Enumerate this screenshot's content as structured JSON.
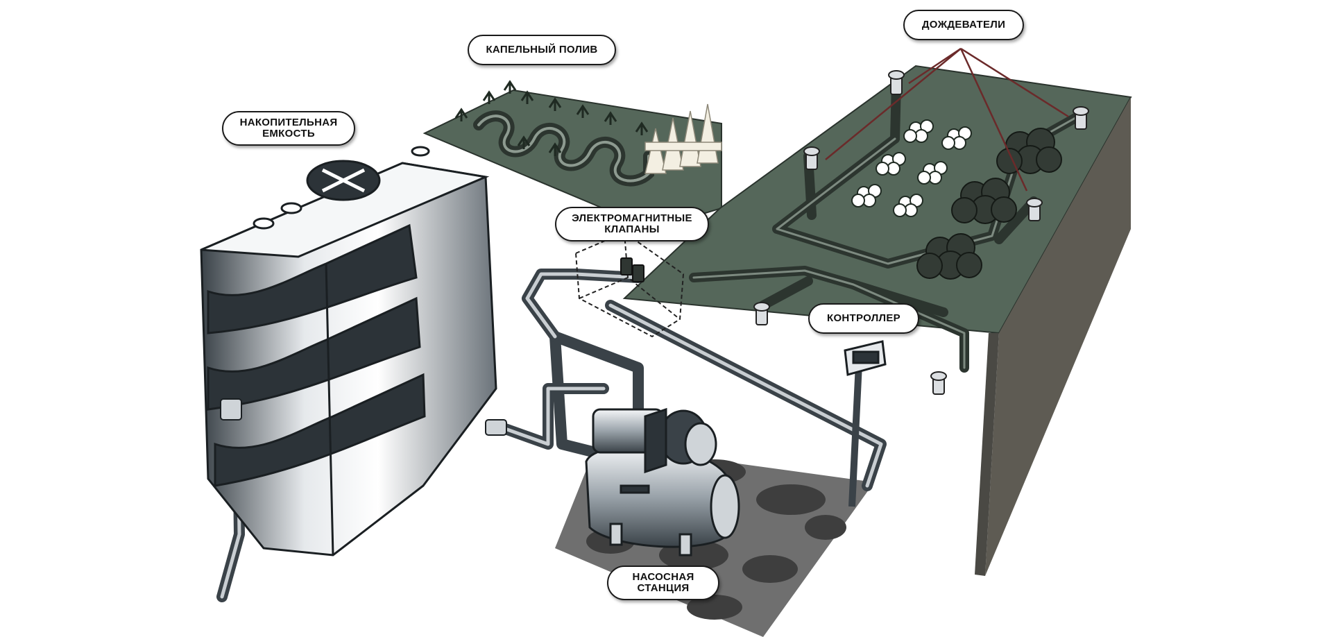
{
  "labels": {
    "tank": [
      "НАКОПИТЕЛЬНАЯ",
      "ЕМКОСТЬ"
    ],
    "drip": [
      "КАПЕЛЬНЫЙ ПОЛИВ"
    ],
    "sprinklers": [
      "ДОЖДЕВАТЕЛИ"
    ],
    "valves": [
      "ЭЛЕКТРОМАГНИТНЫЕ",
      "КЛАПАНЫ"
    ],
    "controller": [
      "КОНТРОЛЛЕР"
    ],
    "pump": [
      "НАСОСНАЯ",
      "СТАНЦИЯ"
    ]
  },
  "colors": {
    "lawn": "#55675a",
    "soil": "#5e5b53",
    "soil_front": "#4a4944",
    "pipe": "#44514a",
    "tank_light": "#e6e9ec",
    "tank_dark": "#3a4248",
    "label_border": "#1a1a1a",
    "leader_line": "#6b2a2a"
  }
}
